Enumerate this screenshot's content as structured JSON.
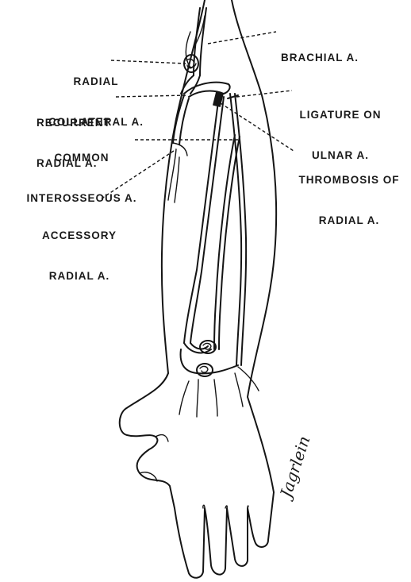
{
  "labels": {
    "brachial": "BRACHIAL A.",
    "radial_collateral": [
      "RADIAL",
      "COLLATERAL A."
    ],
    "recurrent_radial": [
      "RECURRENT",
      "RADIAL A."
    ],
    "common_interosseous": [
      "COMMON",
      "INTEROSSEOUS A."
    ],
    "accessory_radial": [
      "ACCESSORY",
      "RADIAL A."
    ],
    "ligature_on_ulnar": [
      "LIGATURE ON",
      "ULNAR A."
    ],
    "thrombosis_of_radial": [
      "THROMBOSIS OF",
      "RADIAL A."
    ]
  },
  "signature": "Jagrlein",
  "colors": {
    "ink": "#151515",
    "background": "#ffffff"
  }
}
